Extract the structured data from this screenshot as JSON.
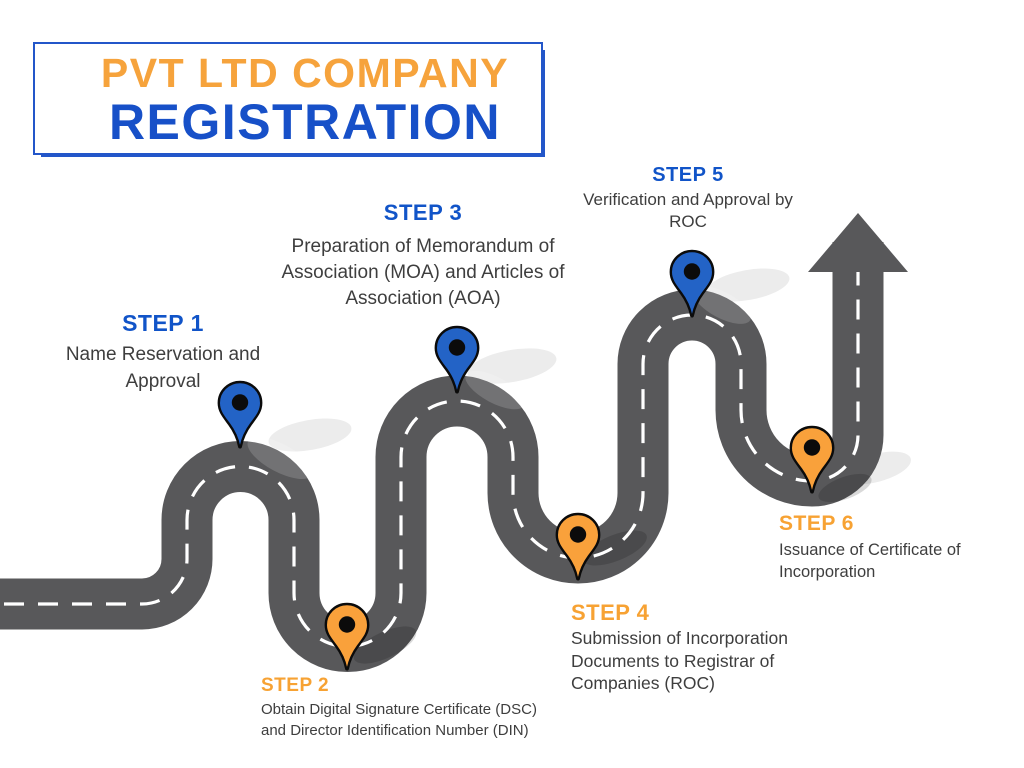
{
  "title": {
    "line1": "PVT LTD COMPANY",
    "line2": "REGISTRATION"
  },
  "steps": [
    {
      "label": "STEP 1",
      "accent": "blue",
      "pin_icon": "map-pin-icon",
      "lines": [
        "Name Reservation and",
        "Approval"
      ]
    },
    {
      "label": "STEP 2",
      "accent": "orange",
      "pin_icon": "map-pin-icon",
      "lines": [
        "Obtain Digital Signature Certificate (DSC)",
        "and Director Identification Number (DIN)"
      ]
    },
    {
      "label": "STEP 3",
      "accent": "blue",
      "pin_icon": "map-pin-icon",
      "lines": [
        "Preparation of Memorandum of",
        "Association (MOA) and Articles of",
        "Association (AOA)"
      ]
    },
    {
      "label": "STEP 4",
      "accent": "orange",
      "pin_icon": "map-pin-icon",
      "lines": [
        "Submission of Incorporation",
        "Documents to Registrar of",
        "Companies (ROC)"
      ]
    },
    {
      "label": "STEP 5",
      "accent": "blue",
      "pin_icon": "map-pin-icon",
      "lines": [
        "Verification and Approval by",
        "ROC"
      ]
    },
    {
      "label": "STEP 6",
      "accent": "orange",
      "pin_icon": "map-pin-icon",
      "lines": [
        "Issuance of Certificate of",
        "Incorporation"
      ]
    }
  ],
  "graphics": {
    "road_icon": "winding-road",
    "road_end_icon": "arrow-up",
    "dash_style": "white-dashed-center-line"
  },
  "colors": {
    "title_orange": "#F6A33C",
    "title_blue": "#1750C8",
    "step_blue": "#1154C8",
    "step_orange": "#F7A233",
    "body_text": "#3E3E3E",
    "road_gray": "#58585A",
    "pin_blue": "#2363C6",
    "pin_orange": "#F9A13B",
    "shadow_gray": "#ECECEC",
    "box_border_blue": "#2356C9",
    "dash_white": "#FFFFFF"
  }
}
